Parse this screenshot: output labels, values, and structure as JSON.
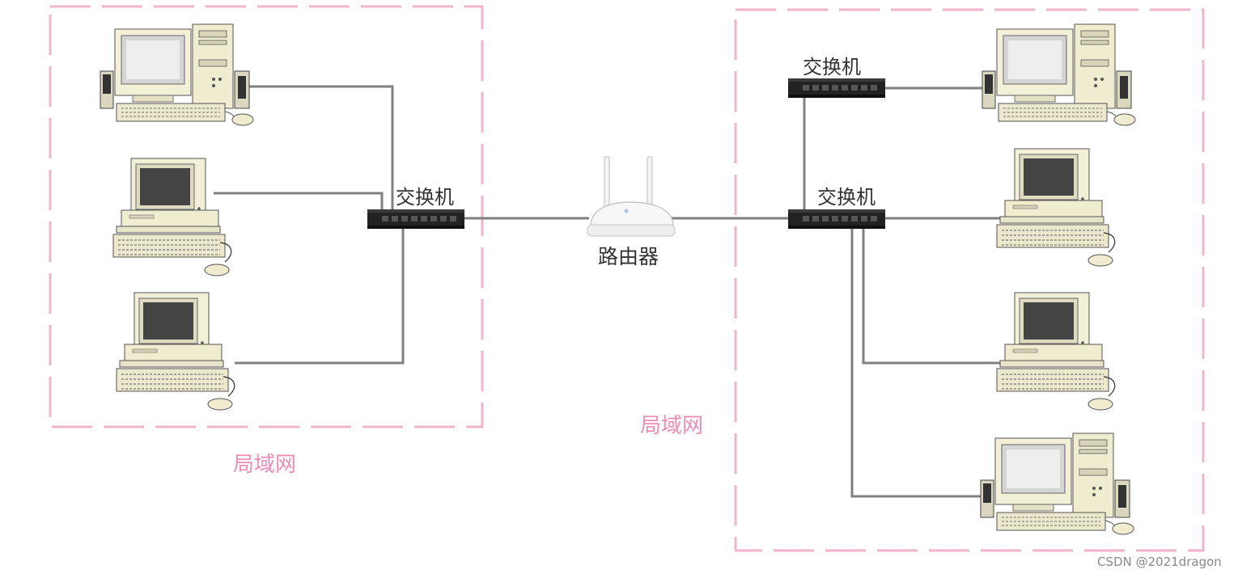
{
  "diagram": {
    "switch_label": "交换机",
    "router_label": "路由器",
    "lan_label": "局域网",
    "watermark": "CSDN @2021dragon"
  },
  "colors": {
    "lan_border": "#f4b3cc",
    "lan_text": "#f08cb6",
    "cable": "#808080",
    "pc_body": "#f2f0d6",
    "switch_body": "#222222",
    "router_body": "#f7f7f7"
  },
  "nodes": [
    {
      "id": "pc-left-1",
      "type": "tower-pc",
      "icon": "desktop-computer-icon"
    },
    {
      "id": "pc-left-2",
      "type": "vintage-pc",
      "icon": "vintage-computer-icon"
    },
    {
      "id": "pc-left-3",
      "type": "vintage-pc",
      "icon": "vintage-computer-icon"
    },
    {
      "id": "switch-left",
      "type": "switch",
      "icon": "network-switch-icon"
    },
    {
      "id": "router",
      "type": "router",
      "icon": "wifi-router-icon"
    },
    {
      "id": "switch-right-top",
      "type": "switch",
      "icon": "network-switch-icon"
    },
    {
      "id": "switch-right-main",
      "type": "switch",
      "icon": "network-switch-icon"
    },
    {
      "id": "pc-right-1",
      "type": "tower-pc",
      "icon": "desktop-computer-icon"
    },
    {
      "id": "pc-right-2",
      "type": "vintage-pc",
      "icon": "vintage-computer-icon"
    },
    {
      "id": "pc-right-3",
      "type": "vintage-pc",
      "icon": "vintage-computer-icon"
    },
    {
      "id": "pc-right-4",
      "type": "tower-pc",
      "icon": "desktop-computer-icon"
    }
  ]
}
